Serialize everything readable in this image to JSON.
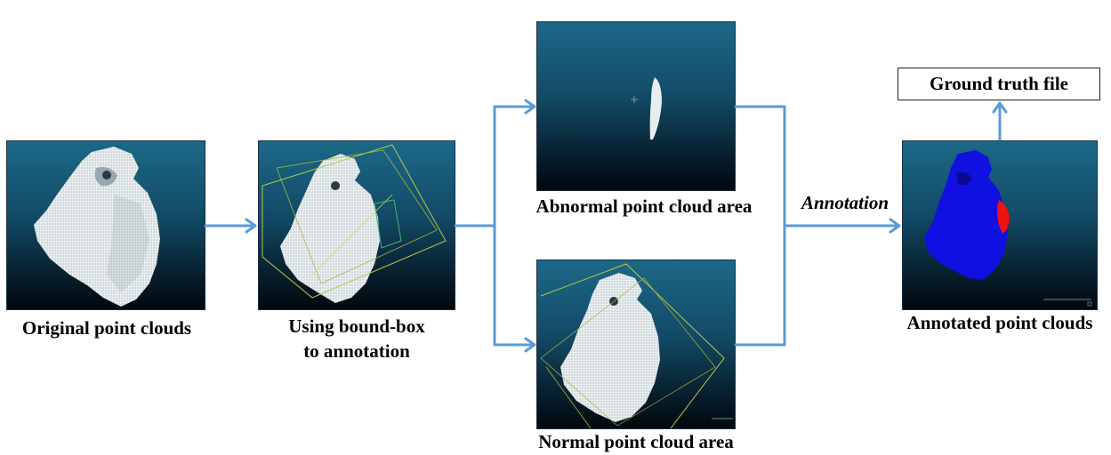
{
  "labels": {
    "original": "Original point clouds",
    "bound_box_line1": "Using bound-box",
    "bound_box_line2": "to annotation",
    "abnormal": "Abnormal point cloud area",
    "normal": "Normal point cloud area",
    "annotation": "Annotation",
    "annotated": "Annotated point clouds",
    "ground_truth": "Ground truth file"
  },
  "colors": {
    "arrow": "#5b9bd5",
    "panel_top": "#1c6888",
    "panel_bottom": "#02080d",
    "point_cloud": "#e8eef0",
    "annotated_normal": "#1010e0",
    "annotated_abnormal": "#ee1111",
    "bounding_box": "#b8c84a"
  }
}
